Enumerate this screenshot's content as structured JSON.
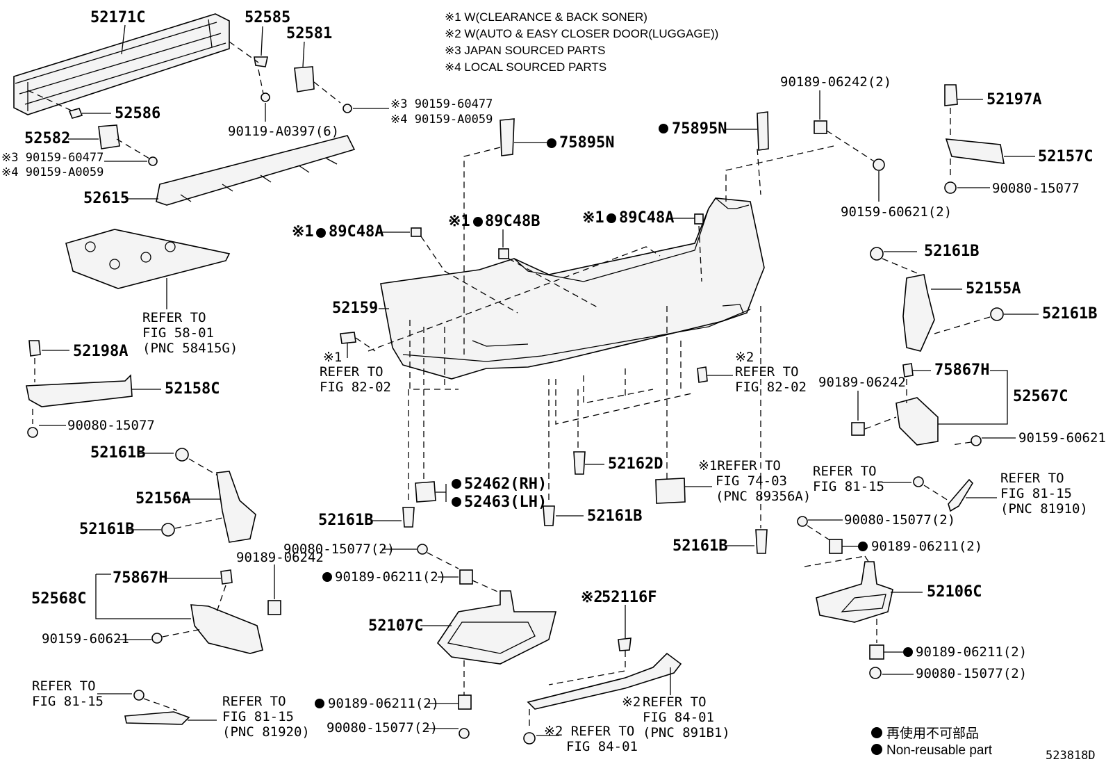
{
  "notes": {
    "n1": "※1  W(CLEARANCE & BACK SONER)",
    "n2": "※2  W(AUTO & EASY CLOSER DOOR(LUGGAGE))",
    "n3": "※3 JAPAN SOURCED PARTS",
    "n4": "※4 LOCAL SOURCED PARTS"
  },
  "legend": {
    "jp": "再使用不可部品",
    "en": "Non-reusable part"
  },
  "figure_id": "523818D",
  "labels": {
    "p52171C": "52171C",
    "p52585": "52585",
    "p52581": "52581",
    "p52586": "52586",
    "p52582": "52582",
    "s3_a": "※3 90159-60477",
    "s4_a": "※4 90159-A0059",
    "s3_b": "※3 90159-60477",
    "s4_b": "※4 90159-A0059",
    "p90119": "90119-A0397(6)",
    "p52615": "52615",
    "refer_58_a": "REFER TO",
    "refer_58_b": "FIG 58-01",
    "refer_58_c": "(PNC 58415G)",
    "p52198A": "52198A",
    "p52158C": "52158C",
    "p90080_l": "90080-15077",
    "p52161B_1": "52161B",
    "p52156A": "52156A",
    "p52161B_2": "52161B",
    "p75867H_l": "75867H",
    "p90189_l": "90189-06242",
    "p52568C": "52568C",
    "p90159_l": "90159-60621",
    "refer_8115_l_a": "REFER TO",
    "refer_8115_l_b": "FIG 81-15",
    "refer_81920_a": "REFER TO",
    "refer_81920_b": "FIG 81-15",
    "refer_81920_c": "(PNC 81920)",
    "p75895N_1": "75895N",
    "p75895N_2": "75895N",
    "x1_89C48A_l": "※1",
    "p89C48A_l": "89C48A",
    "x1_89C48B": "※1",
    "p89C48B": "89C48B",
    "x1_89C48A_r": "※1",
    "p89C48A_r": "89C48A",
    "p52159": "52159",
    "refer_8202_l_x": "※1",
    "refer_8202_l_a": "REFER TO",
    "refer_8202_l_b": "FIG 82-02",
    "refer_8202_r_x": "※2",
    "refer_8202_r_a": "REFER TO",
    "refer_8202_r_b": "FIG 82-02",
    "p52462": "52462(RH)",
    "p52463": "52463(LH)",
    "p52162D": "52162D",
    "p52161B_c1": "52161B",
    "p52161B_c2": "52161B",
    "refer_7403_a": "※1REFER TO",
    "refer_7403_b": "FIG 74-03",
    "refer_7403_c": "(PNC 89356A)",
    "p52161B_c3": "52161B",
    "p90080_c": "90080-15077(2)",
    "p90189_c": "90189-06211(2)",
    "p52107C": "52107C",
    "p90189_c2": "90189-06211(2)",
    "p90080_c2": "90080-15077(2)",
    "x2_52116F": "※2",
    "p52116F": "52116F",
    "refer_8401_r_x": "※2",
    "refer_8401_r_a": "REFER TO",
    "refer_8401_r_b": "FIG 84-01",
    "refer_8401_r_c": "(PNC 891B1)",
    "refer_8401_l_a": "※2 REFER TO",
    "refer_8401_l_b": "FIG 84-01",
    "p90189_tr": "90189-06242(2)",
    "p90159_tr": "90159-60621(2)",
    "p52197A": "52197A",
    "p52157C": "52157C",
    "p90080_tr": "90080-15077",
    "p52161B_r1": "52161B",
    "p52155A": "52155A",
    "p52161B_r2": "52161B",
    "p75867H_r": "75867H",
    "p90189_r": "90189-06242",
    "p52567C": "52567C",
    "p90159_r": "90159-60621",
    "refer_8115_r_a": "REFER TO",
    "refer_8115_r_b": "FIG 81-15",
    "refer_81910_a": "REFER TO",
    "refer_81910_b": "FIG 81-15",
    "refer_81910_c": "(PNC 81910)",
    "p90080_r": "90080-15077(2)",
    "p90189_r2": "90189-06211(2)",
    "p52106C": "52106C",
    "p90189_r3": "90189-06211(2)",
    "p90080_r2": "90080-15077(2)"
  }
}
